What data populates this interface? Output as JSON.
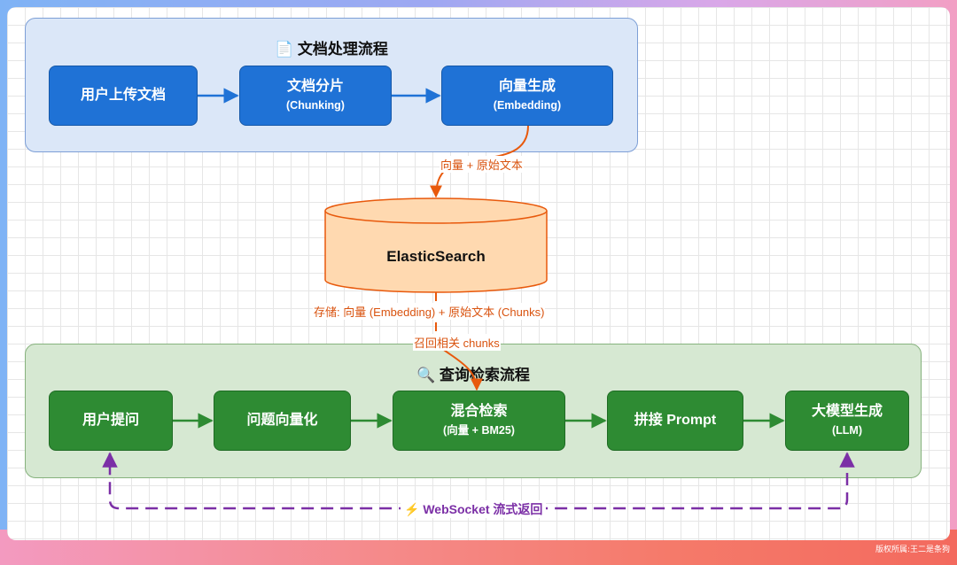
{
  "doc_group": {
    "title": "📄 文档处理流程"
  },
  "doc_nodes": [
    {
      "main": "用户上传文档",
      "sub": ""
    },
    {
      "main": "文档分片",
      "sub": "(Chunking)"
    },
    {
      "main": "向量生成",
      "sub": "(Embedding)"
    }
  ],
  "edge_labels": {
    "to_es": "向量 + 原始文本",
    "storage": "存储: 向量 (Embedding) + 原始文本 (Chunks)",
    "recall": "召回相关 chunks"
  },
  "es": {
    "label": "ElasticSearch"
  },
  "query_group": {
    "title": "🔍 查询检索流程"
  },
  "query_nodes": [
    {
      "main": "用户提问",
      "sub": ""
    },
    {
      "main": "问题向量化",
      "sub": ""
    },
    {
      "main": "混合检索",
      "sub": "(向量 + BM25)"
    },
    {
      "main": "拼接 Prompt",
      "sub": ""
    },
    {
      "main": "大模型生成",
      "sub": "(LLM)"
    }
  ],
  "websocket": {
    "label": "⚡ WebSocket 流式返回"
  },
  "watermark": "版权所属:王二是条狗",
  "colors": {
    "node_blue": "#1f72d6",
    "node_green": "#2e8b33",
    "edge_orange": "#e8590c",
    "edge_purple": "#7b2fa6",
    "cylinder_fill": "#ffd9b0"
  }
}
